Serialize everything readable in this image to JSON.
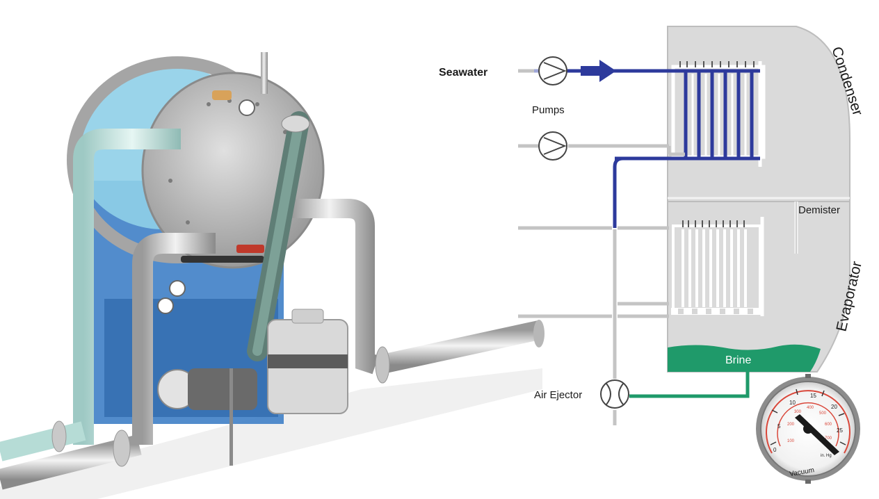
{
  "labels": {
    "seawater": "Seawater",
    "pumps": "Pumps",
    "condenser": "Condenser",
    "demister": "Demister",
    "evaporator": "Evaporator",
    "brine": "Brine",
    "air_ejector": "Air Ejector"
  },
  "gauge": {
    "label": "Vacuum",
    "unit": "in. Hg",
    "scale_labels": [
      "10",
      "15",
      "20",
      "25",
      "5",
      "0"
    ],
    "inner_labels": [
      "100",
      "200",
      "300",
      "400",
      "500",
      "600",
      "700"
    ]
  },
  "colors": {
    "seawater_flow": "#2d3a9c",
    "brine": "#1f9a6a",
    "vessel": "#d9d9d9",
    "pipe_grey": "#bdbdbd",
    "machine_blue": "#3f7fc6"
  }
}
